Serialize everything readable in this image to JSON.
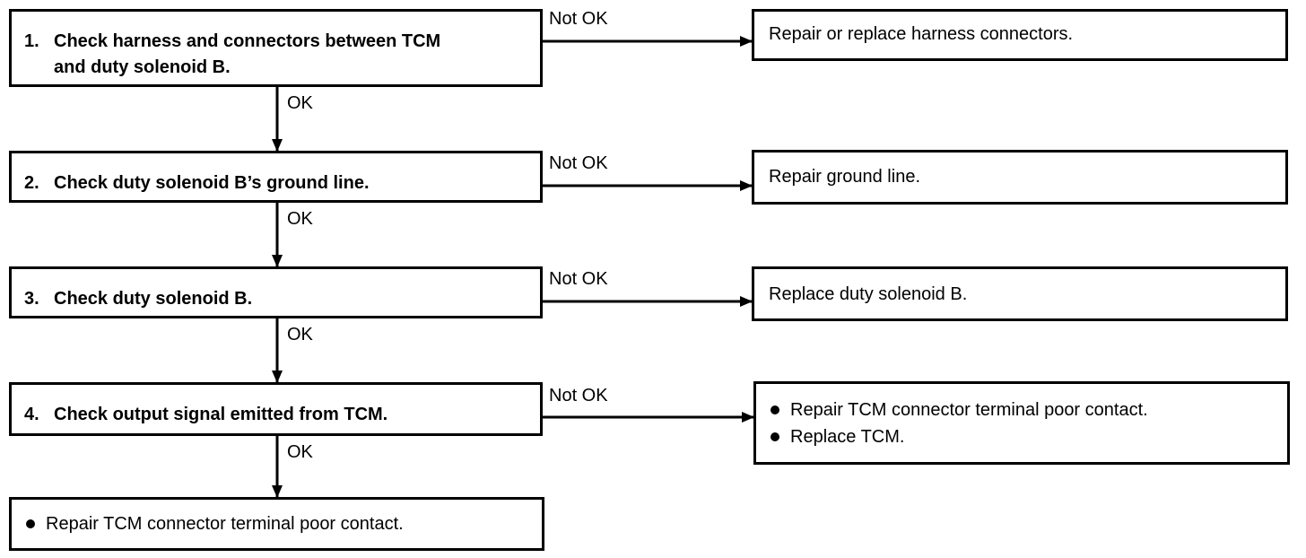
{
  "labels": {
    "ok": "OK",
    "not_ok": "Not OK"
  },
  "steps": [
    {
      "number": "1.",
      "lines": [
        "Check harness and connectors between TCM",
        "and duty solenoid B."
      ]
    },
    {
      "number": "2.",
      "lines": [
        "Check duty solenoid B’s ground line."
      ]
    },
    {
      "number": "3.",
      "lines": [
        "Check duty solenoid B."
      ]
    },
    {
      "number": "4.",
      "lines": [
        "Check output signal emitted from TCM."
      ]
    }
  ],
  "results": [
    {
      "bullets": false,
      "items": [
        "Repair or replace harness connectors."
      ]
    },
    {
      "bullets": false,
      "items": [
        "Repair ground line."
      ]
    },
    {
      "bullets": false,
      "items": [
        "Replace duty solenoid B."
      ]
    },
    {
      "bullets": true,
      "items": [
        "Repair TCM connector terminal poor contact.",
        "Replace TCM."
      ]
    }
  ],
  "final": {
    "bullets": true,
    "items": [
      "Repair TCM connector terminal poor contact."
    ]
  }
}
